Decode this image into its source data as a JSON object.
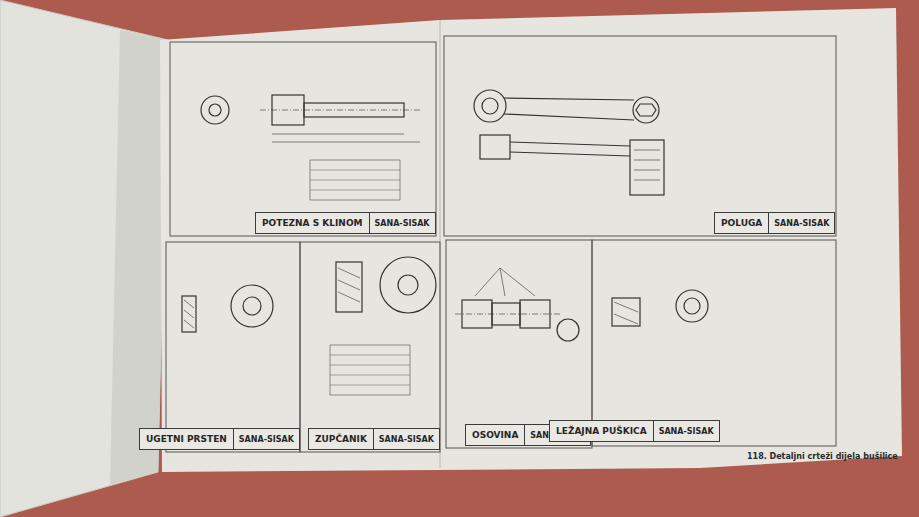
{
  "diagram": {
    "caption": "118. Detaljni crteži dijela bušilice",
    "nodes": [
      {
        "text": [
          "POTEZNA S KLINOM",
          "SANA-SISAK"
        ]
      },
      {
        "text": [
          "POLUGA",
          "SANA-SISAK"
        ]
      },
      {
        "text": [
          "UGETNI PRSTEN",
          "SANA-SISAK"
        ]
      },
      {
        "text": [
          "ZUPČANIK",
          "SANA-SISAK"
        ]
      },
      {
        "text": [
          "OSOVINA",
          "SANA-SISAK"
        ]
      },
      {
        "text": [
          "LEŽAJNA PUŠKICA",
          "SANA-SISAK"
        ]
      }
    ]
  }
}
